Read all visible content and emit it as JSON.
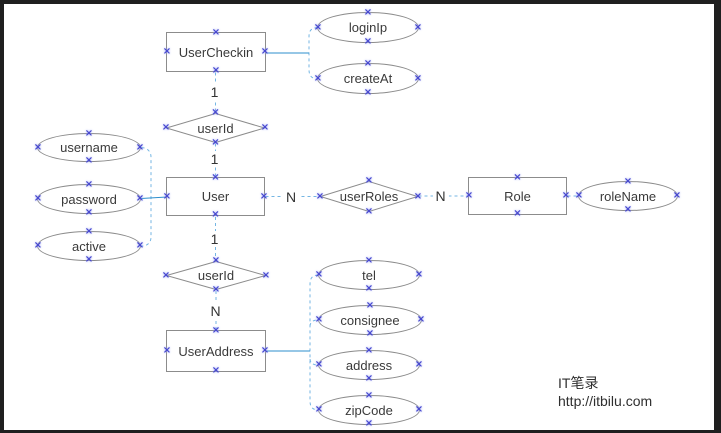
{
  "diagram": {
    "type": "er-diagram",
    "anchor_glyph": "×",
    "colors": {
      "frame": "#1f1f1f",
      "canvas": "#ffffff",
      "shape_stroke": "#8c8c8c",
      "connector_solid": "#2e8fcd",
      "connector_dashed": "#74b6e3",
      "anchor_mark": "#4646cf",
      "text": "#3a3a3a"
    },
    "nodes": [
      {
        "id": "UserCheckin",
        "type": "entity",
        "label": "UserCheckin"
      },
      {
        "id": "User",
        "type": "entity",
        "label": "User"
      },
      {
        "id": "Role",
        "type": "entity",
        "label": "Role"
      },
      {
        "id": "UserAddress",
        "type": "entity",
        "label": "UserAddress"
      },
      {
        "id": "userId-top",
        "type": "relationship",
        "label": "userId"
      },
      {
        "id": "userRoles",
        "type": "relationship",
        "label": "userRoles"
      },
      {
        "id": "userId-bottom",
        "type": "relationship",
        "label": "userId"
      },
      {
        "id": "loginIp",
        "type": "attribute",
        "label": "loginIp"
      },
      {
        "id": "createAt",
        "type": "attribute",
        "label": "createAt"
      },
      {
        "id": "username",
        "type": "attribute",
        "label": "username"
      },
      {
        "id": "password",
        "type": "attribute",
        "label": "password"
      },
      {
        "id": "active",
        "type": "attribute",
        "label": "active"
      },
      {
        "id": "roleName",
        "type": "attribute",
        "label": "roleName"
      },
      {
        "id": "tel",
        "type": "attribute",
        "label": "tel"
      },
      {
        "id": "consignee",
        "type": "attribute",
        "label": "consignee"
      },
      {
        "id": "address",
        "type": "attribute",
        "label": "address"
      },
      {
        "id": "zipCode",
        "type": "attribute",
        "label": "zipCode"
      }
    ],
    "cardinalities": [
      "1",
      "1",
      "N",
      "N",
      "1",
      "N"
    ],
    "watermark": {
      "site": "IT笔录",
      "url": "http://itbilu.com"
    }
  }
}
